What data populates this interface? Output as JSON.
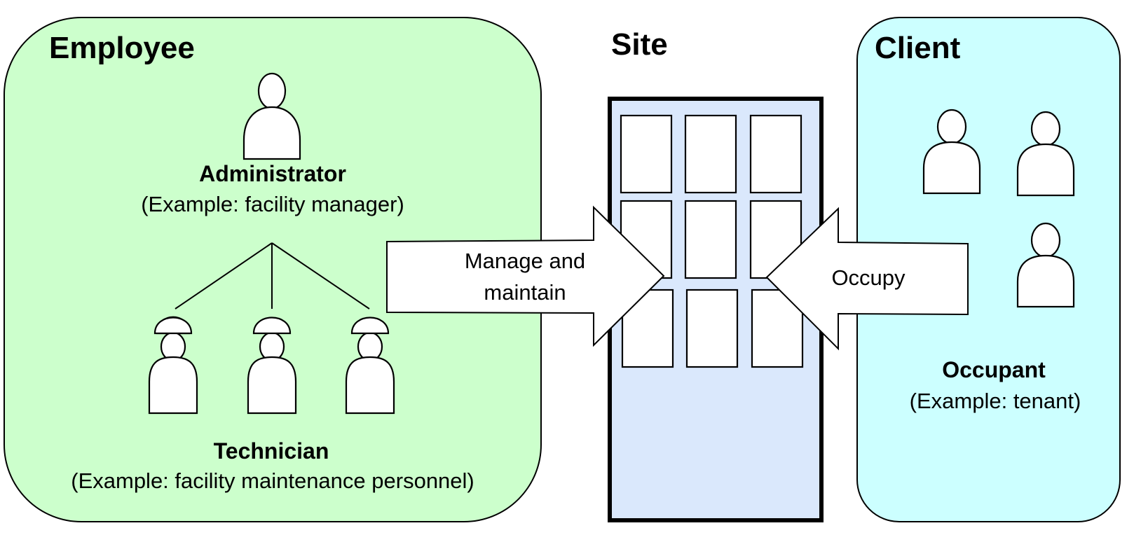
{
  "diagram": {
    "colors": {
      "employee_fill": "#ccffcc",
      "client_fill": "#ccffff",
      "site_fill": "#dae8fc",
      "stroke": "#000000",
      "arrow_fill": "#ffffff"
    },
    "employee": {
      "title": "Employee",
      "administrator": {
        "role": "Administrator",
        "example": "(Example: facility manager)",
        "icon": "person-icon"
      },
      "technician": {
        "role": "Technician",
        "example": "(Example: facility maintenance personnel)",
        "count": 3,
        "icon": "hard-hat-worker-icon"
      }
    },
    "site": {
      "title": "Site",
      "icon": "building-icon",
      "window_rows": 3,
      "window_cols": 3
    },
    "client": {
      "title": "Client",
      "occupant": {
        "role": "Occupant",
        "example": "(Example: tenant)",
        "count": 3,
        "icon": "person-icon"
      }
    },
    "arrows": {
      "manage": {
        "line1": "Manage and",
        "line2": "maintain",
        "direction": "right"
      },
      "occupy": {
        "label": "Occupy",
        "direction": "left"
      }
    }
  }
}
